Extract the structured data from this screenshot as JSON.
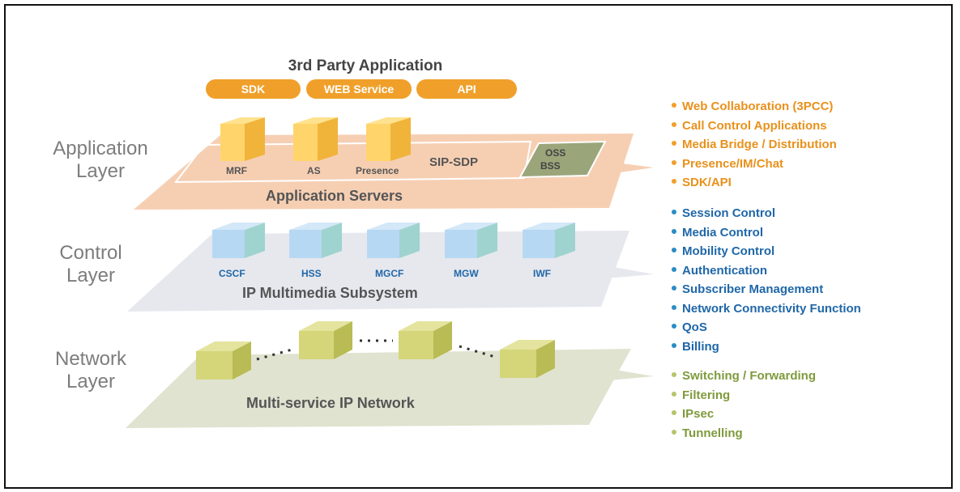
{
  "third_party": {
    "title": "3rd Party Application",
    "pills": [
      "SDK",
      "WEB Service",
      "API"
    ]
  },
  "layers": {
    "application": {
      "name_line1": "Application",
      "name_line2": "Layer",
      "platform_label": "Application Servers",
      "protocol_label": "SIP-SDP",
      "nodes": [
        "MRF",
        "AS",
        "Presence"
      ],
      "oss_line1": "OSS",
      "oss_line2": "BSS"
    },
    "control": {
      "name_line1": "Control",
      "name_line2": "Layer",
      "platform_label": "IP Multimedia Subsystem",
      "nodes": [
        "CSCF",
        "HSS",
        "MGCF",
        "MGW",
        "IWF"
      ]
    },
    "network": {
      "name_line1": "Network",
      "name_line2": "Layer",
      "platform_label": "Multi-service IP Network"
    }
  },
  "features": {
    "application": [
      "Web Collaboration (3PCC)",
      "Call Control Applications",
      "Media Bridge / Distribution",
      "Presence/IM/Chat",
      "SDK/API"
    ],
    "control": [
      "Session Control",
      "Media Control",
      "Mobility Control",
      "Authentication",
      "Subscriber Management",
      "Network Connectivity Function",
      "QoS",
      "Billing"
    ],
    "network": [
      "Switching / Forwarding",
      "Filtering",
      "IPsec",
      "Tunnelling"
    ]
  },
  "colors": {
    "orange": "#f0a02a",
    "orange_text": "#e8911c",
    "app_platform": "#f6cfb3",
    "blue_text": "#1f67a8",
    "control_platform": "#e6e8ee",
    "cube_blue": "#b7d8f3",
    "green_text": "#7f9a3c",
    "network_platform": "#dfe3cf",
    "cube_olive": "#d5d57a"
  }
}
